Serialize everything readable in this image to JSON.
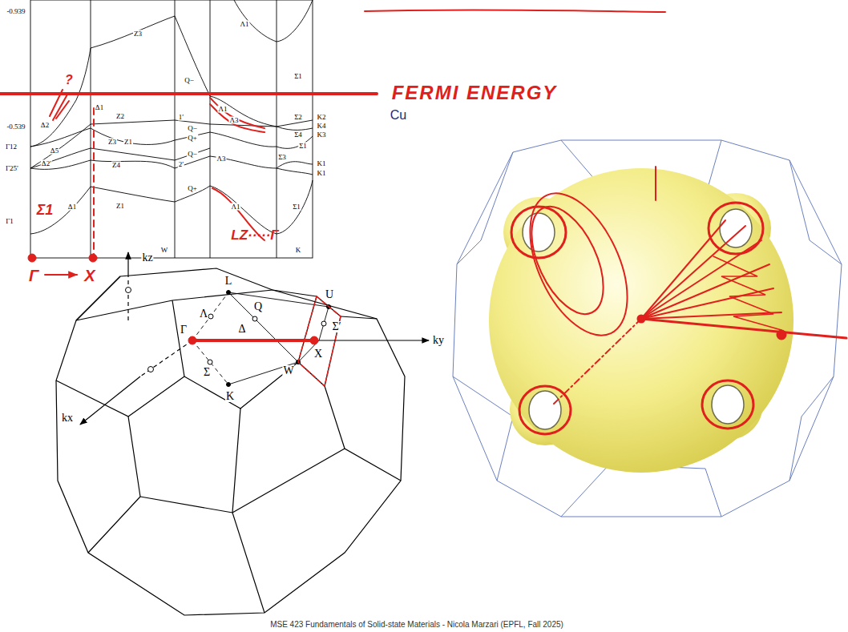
{
  "diagram": {
    "caption": "MSE 423 Fundamentals of Solid-state Materials - Nicola Marzari (EPFL, Fall 2025)",
    "labels": [
      "-0.939",
      "-0.539",
      "Γ12",
      "Γ25′",
      "Γ1",
      "Δ2",
      "Δ5",
      "Δ2′",
      "Δ1",
      "Δ1",
      "Z3",
      "Z2",
      "Z3",
      "Z1",
      "Z4",
      "Z1",
      "1′",
      "2′",
      "Q−",
      "Q−",
      "Q+",
      "Q−",
      "Q+",
      "Λ1",
      "Λ1",
      "Λ3",
      "Λ3",
      "Λ1",
      "Σ1",
      "Σ2",
      "Σ4",
      "Σ1",
      "Σ3",
      "Σ1",
      "K2",
      "K4",
      "K3",
      "K1",
      "K1",
      "W",
      "K",
      "Cu",
      "FERMI ENERGY",
      "?",
      "Σ1",
      "Γ",
      "X",
      "LZ·····Γ",
      "kz",
      "ky",
      "kx",
      "L",
      "Λ",
      "Q",
      "U",
      "Δ",
      "Σ′",
      "Γ",
      "Σ",
      "K",
      "W",
      "X"
    ]
  }
}
